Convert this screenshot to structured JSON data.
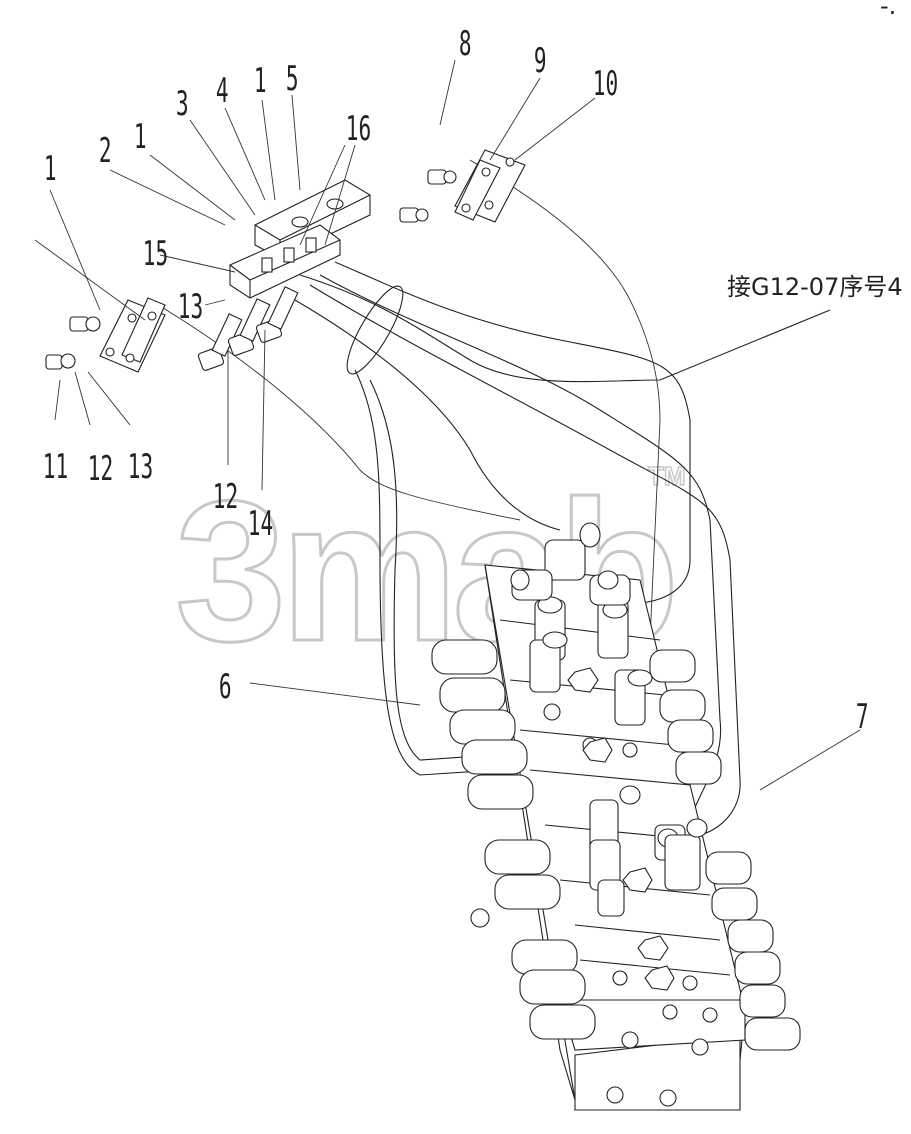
{
  "callouts": {
    "c1a": "1",
    "c1b": "1",
    "c1c": "1",
    "c2": "2",
    "c3": "3",
    "c4": "4",
    "c5": "5",
    "c6": "6",
    "c7": "7",
    "c8": "8",
    "c9": "9",
    "c10": "10",
    "c11": "11",
    "c12a": "12",
    "c12b": "12",
    "c13a": "13",
    "c13b": "13",
    "c14": "14",
    "c15": "15",
    "c16": "16"
  },
  "note": "接G12-07序号4",
  "watermark": {
    "text": "3mab",
    "mark": "TM"
  }
}
